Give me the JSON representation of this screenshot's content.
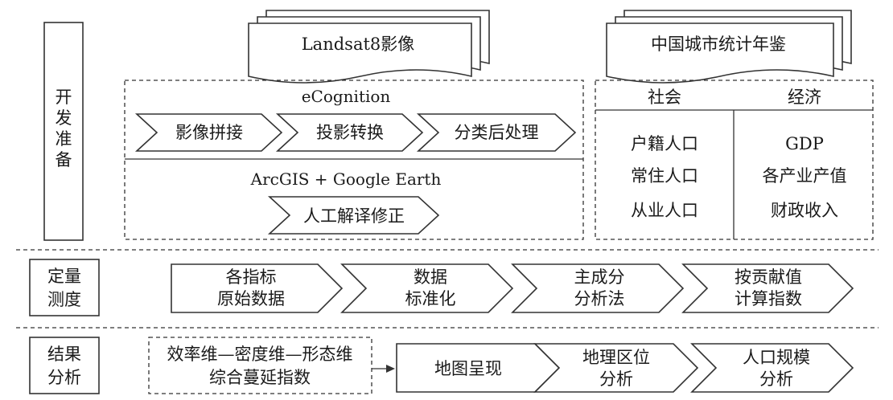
{
  "sections": {
    "prep": {
      "label_chars": [
        "开",
        "发",
        "准",
        "备"
      ]
    },
    "quant": {
      "label_lines": [
        "定量",
        "测度"
      ]
    },
    "result": {
      "label_lines": [
        "结果",
        "分析"
      ]
    }
  },
  "sources": {
    "landsat": "Landsat8影像",
    "yearbook": "中国城市统计年鉴"
  },
  "ecognition": {
    "title": "eCognition",
    "steps": [
      "影像拼接",
      "投影转换",
      "分类后处理"
    ]
  },
  "arcgis": {
    "title": "ArcGIS + Google Earth",
    "step": "人工解译修正"
  },
  "stats": {
    "social_header": "社会",
    "economy_header": "经济",
    "social_items": [
      "户籍人口",
      "常住人口",
      "从业人口"
    ],
    "economy_items": [
      "GDP",
      "各产业产值",
      "财政收入"
    ]
  },
  "quant_steps": [
    [
      "各指标",
      "原始数据"
    ],
    [
      "数据",
      "标准化"
    ],
    [
      "主成分",
      "分析法"
    ],
    [
      "按贡献值",
      "计算指数"
    ]
  ],
  "result": {
    "index_lines": [
      "效率维—密度维—形态维",
      "综合蔓延指数"
    ],
    "steps": [
      [
        "地图呈现"
      ],
      [
        "地理区位",
        "分析"
      ],
      [
        "人口规模",
        "分析"
      ]
    ]
  }
}
